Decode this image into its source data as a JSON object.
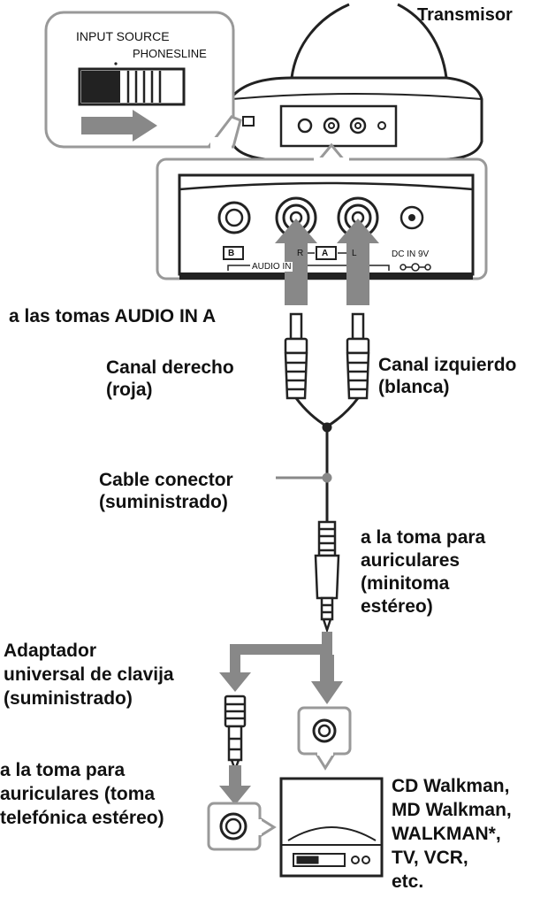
{
  "title": "Transmisor",
  "switch_panel": {
    "label": "INPUT SOURCE",
    "positions": "PHONESLINE"
  },
  "jack_panel": {
    "jack_b": "B",
    "jack_r": "R",
    "jack_a": "A",
    "jack_l": "L",
    "audio_in": "AUDIO IN",
    "dc_in": "DC IN 9V"
  },
  "labels": {
    "audio_in_a": "a las tomas AUDIO IN A",
    "right_channel": [
      "Canal derecho",
      "(roja)"
    ],
    "left_channel": [
      "Canal izquierdo",
      "(blanca)"
    ],
    "connecting_cable": [
      "Cable conector",
      "(suministrado)"
    ],
    "headphone_mini": [
      "a la toma para",
      "auriculares",
      "(minitoma",
      "estéreo)"
    ],
    "plug_adaptor": [
      "Adaptador",
      "universal de clavija",
      "(suministrado)"
    ],
    "headphone_phone": [
      "a la toma para",
      "auriculares (toma",
      "telefónica estéreo)"
    ],
    "devices": [
      "CD Walkman,",
      "MD Walkman,",
      "WALKMAN*,",
      "TV, VCR,",
      "etc."
    ]
  }
}
